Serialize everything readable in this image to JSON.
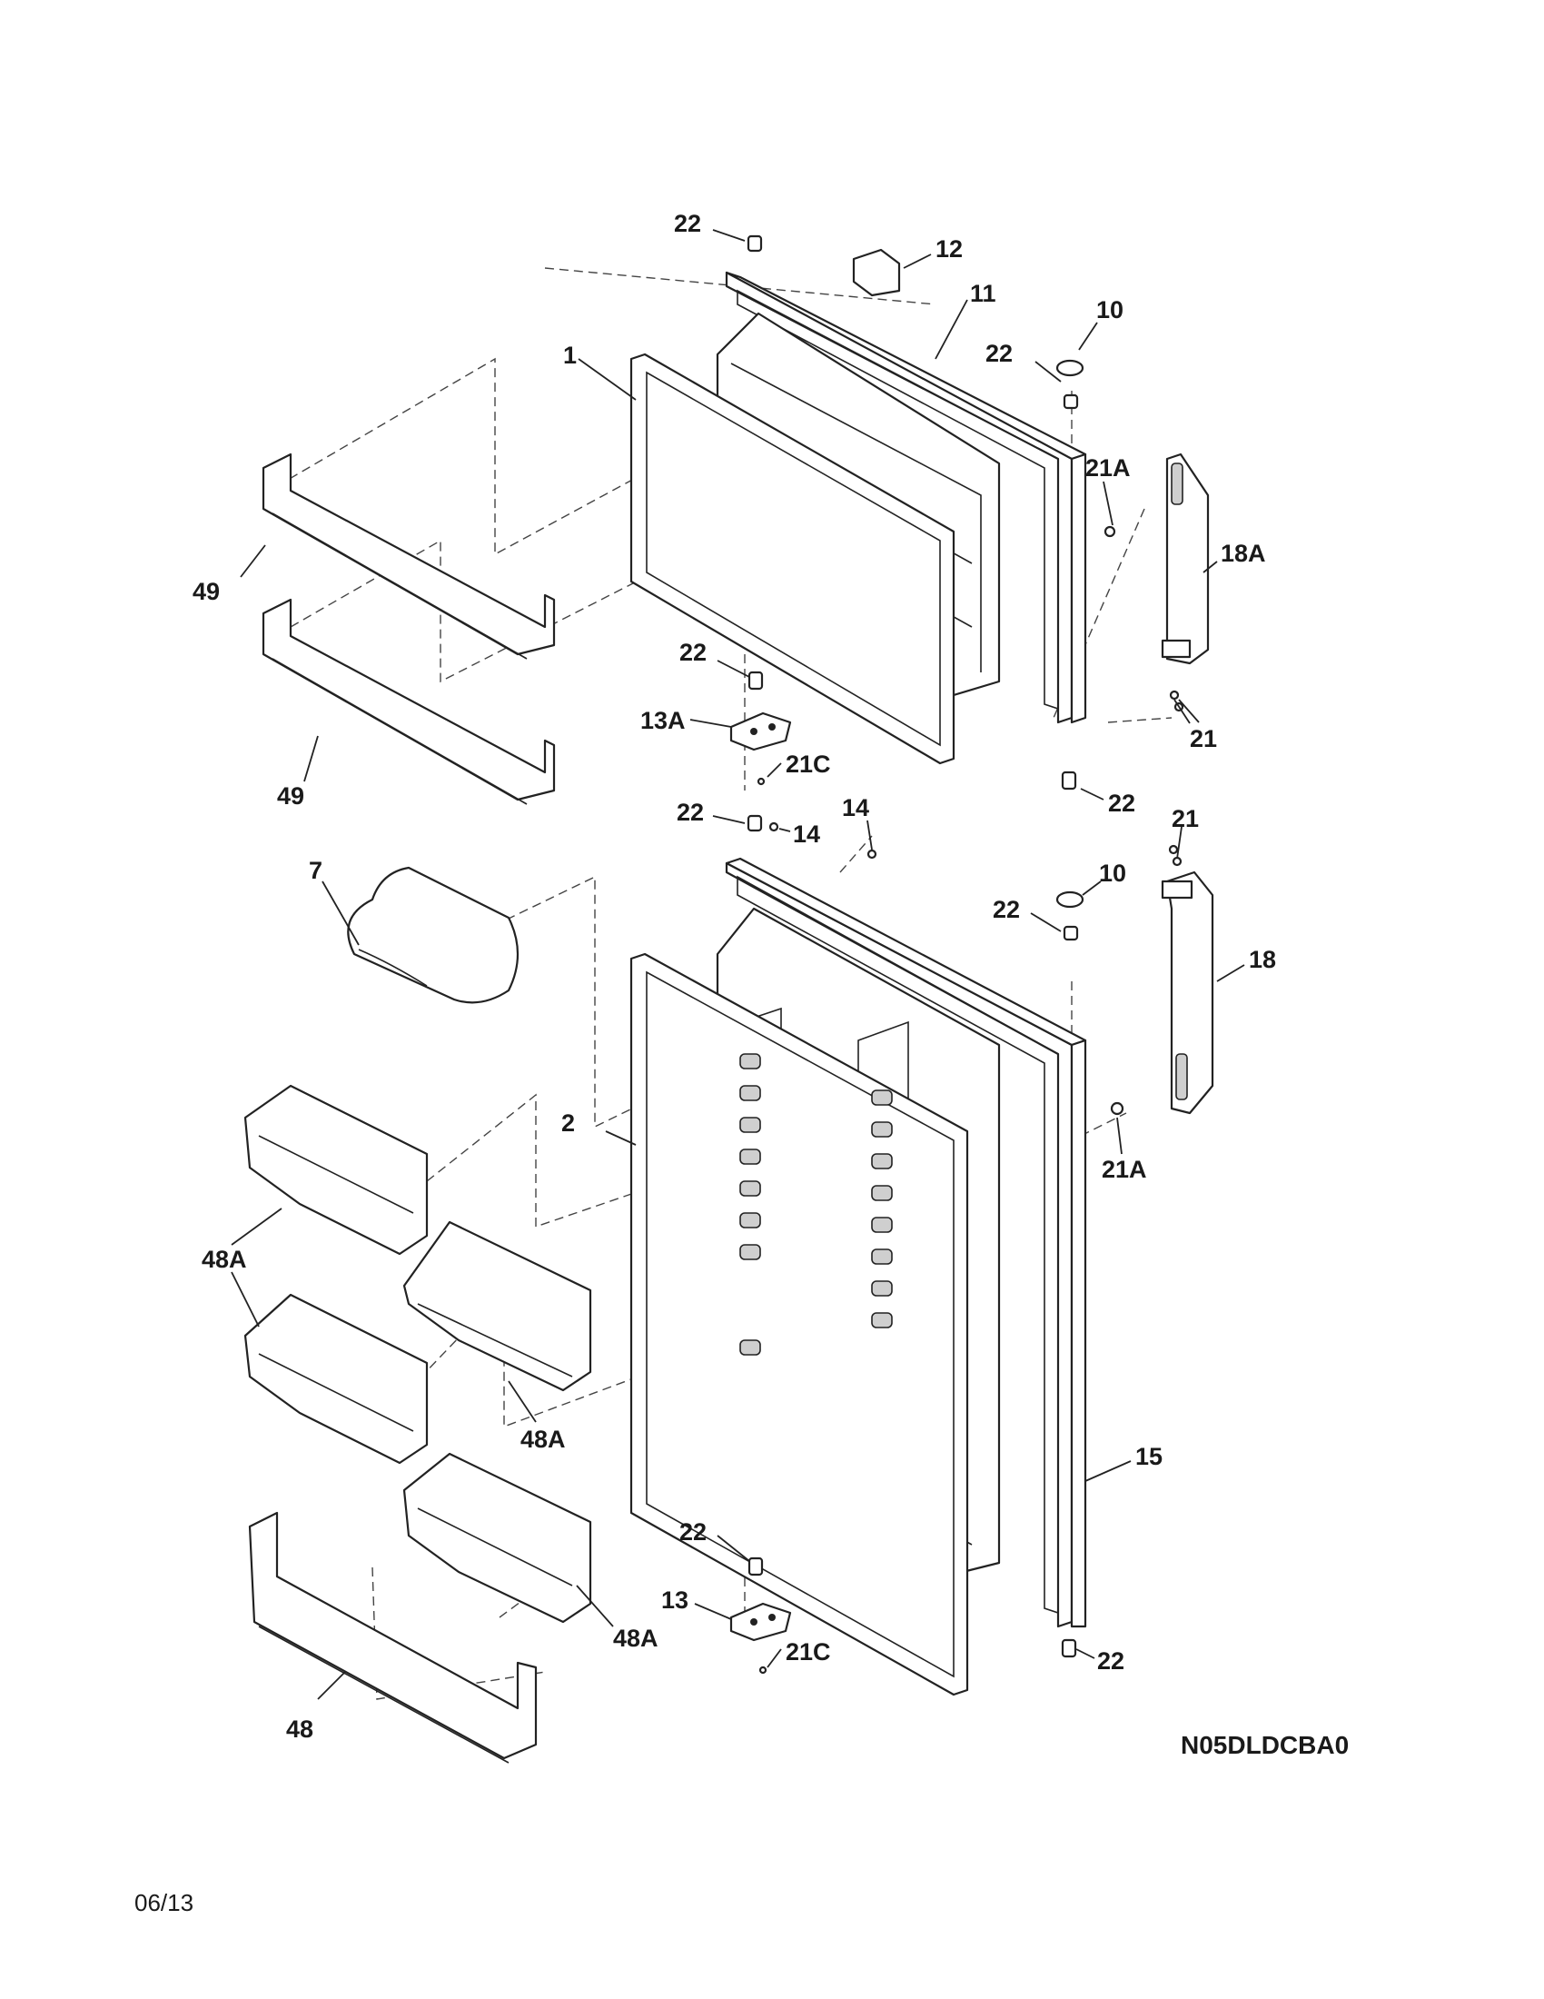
{
  "diagram": {
    "labels": {
      "p1": "1",
      "p2": "2",
      "p7": "7",
      "p10a": "10",
      "p10b": "10",
      "p11": "11",
      "p12": "12",
      "p13": "13",
      "p13a": "13A",
      "p14a": "14",
      "p14b": "14",
      "p15": "15",
      "p18": "18",
      "p18a": "18A",
      "p21a": "21",
      "p21b": "21",
      "p21a_top": "21A",
      "p21a_bot": "21A",
      "p21c_top": "21C",
      "p21c_bot": "21C",
      "p22_1": "22",
      "p22_2": "22",
      "p22_3": "22",
      "p22_4": "22",
      "p22_5": "22",
      "p22_6": "22",
      "p22_7": "22",
      "p22_8": "22",
      "p48": "48",
      "p48a_1": "48A",
      "p48a_2": "48A",
      "p48a_3": "48A",
      "p49a": "49",
      "p49b": "49"
    },
    "diagram_code": "N05DLDCBA0",
    "date_code": "06/13"
  }
}
